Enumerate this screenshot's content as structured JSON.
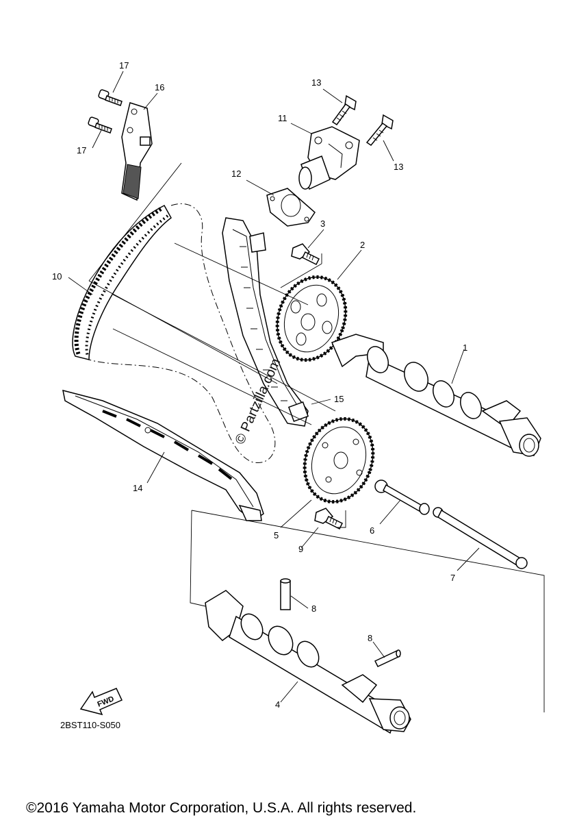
{
  "diagram": {
    "callouts": {
      "c1": "1",
      "c2": "2",
      "c3": "3",
      "c4": "4",
      "c5": "5",
      "c6": "6",
      "c7": "7",
      "c8a": "8",
      "c8b": "8",
      "c9": "9",
      "c10": "10",
      "c11": "11",
      "c12": "12",
      "c13a": "13",
      "c13b": "13",
      "c14": "14",
      "c15": "15",
      "c16": "16",
      "c17a": "17",
      "c17b": "17"
    },
    "watermark": "© Partzilla.com",
    "fwd_label": "FWD",
    "diagram_code": "2BST110-S050",
    "copyright": "©2016 Yamaha Motor Corporation, U.S.A. All rights reserved."
  }
}
